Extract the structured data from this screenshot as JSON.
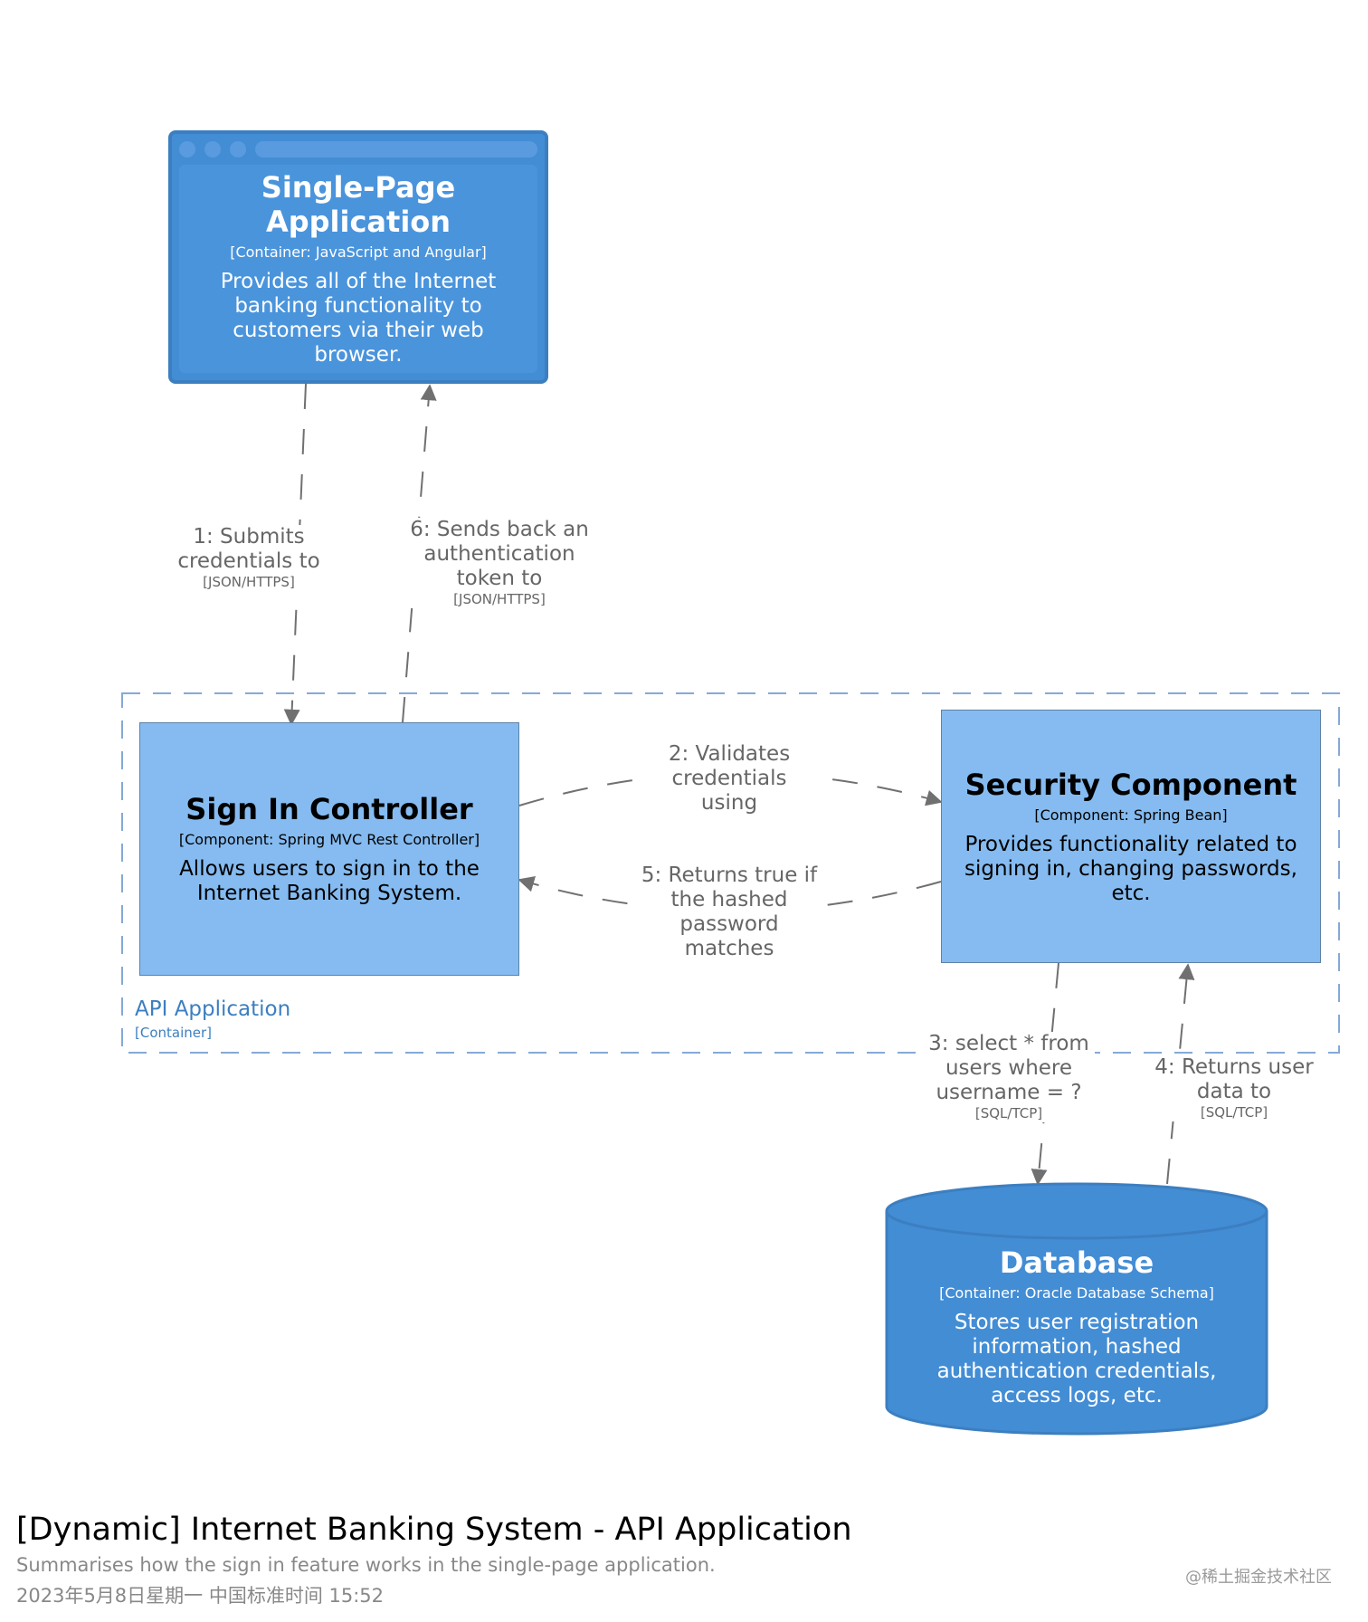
{
  "spa": {
    "title": "Single-Page Application",
    "tech": "[Container: JavaScript and Angular]",
    "desc": "Provides all of the Internet banking functionality to customers via their web browser."
  },
  "signin": {
    "title": "Sign In Controller",
    "tech": "[Component: Spring MVC Rest Controller]",
    "desc": "Allows users to sign in to the Internet Banking System."
  },
  "security": {
    "title": "Security Component",
    "tech": "[Component: Spring Bean]",
    "desc": "Provides functionality related to signing in, changing passwords, etc."
  },
  "database": {
    "title": "Database",
    "tech": "[Container: Oracle Database Schema]",
    "desc": "Stores user registration information, hashed authentication credentials, access logs, etc."
  },
  "boundary": {
    "name": "API Application",
    "type": "[Container]"
  },
  "relations": {
    "r1": {
      "text": "1: Submits credentials to",
      "tech": "[JSON/HTTPS]"
    },
    "r2": {
      "text": "2: Validates credentials using",
      "tech": ""
    },
    "r3": {
      "text": "3: select * from users where username = ?",
      "tech": "[SQL/TCP]"
    },
    "r4": {
      "text": "4: Returns user data to",
      "tech": "[SQL/TCP]"
    },
    "r5": {
      "text": "5: Returns true if the hashed password matches",
      "tech": ""
    },
    "r6": {
      "text": "6: Sends back an authentication token to",
      "tech": "[JSON/HTTPS]"
    }
  },
  "footer": {
    "title": "[Dynamic] Internet Banking System - API Application",
    "desc": "Summarises how the sign in feature works in the single-page application.",
    "date": "2023年5月8日星期一 中国标准时间 15:52"
  },
  "watermark": "@稀土掘金技术社区",
  "colors": {
    "container": "#438dd5",
    "component": "#85bbf0",
    "boundary": "#85a9d6",
    "arrow": "#707070",
    "label": "#666666"
  }
}
